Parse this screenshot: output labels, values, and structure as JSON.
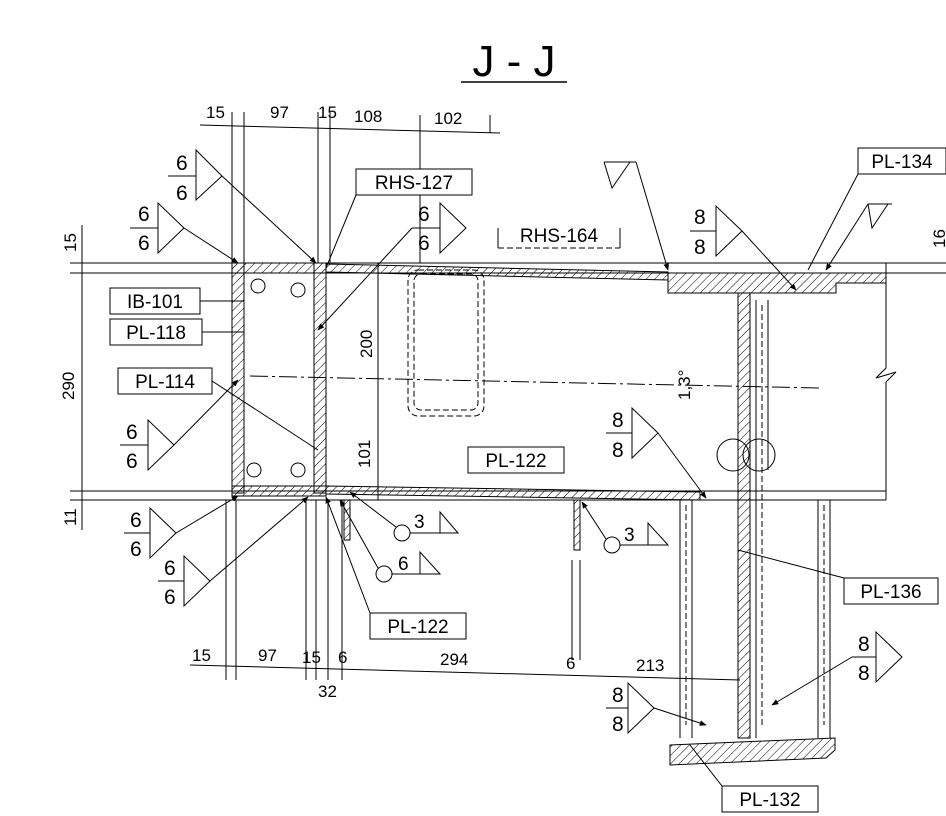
{
  "title": "J - J",
  "labels": {
    "rhs127": "RHS-127",
    "rhs164": "RHS-164",
    "pl134": "PL-134",
    "ib101": "IB-101",
    "pl118": "PL-118",
    "pl114": "PL-114",
    "pl122_mid": "PL-122",
    "pl122_bottom": "PL-122",
    "pl136": "PL-136",
    "pl132": "PL-132"
  },
  "dimensions": {
    "top": [
      "15",
      "97",
      "15",
      "108",
      "102"
    ],
    "bottom": [
      "15",
      "97",
      "15",
      "6",
      "294",
      "6",
      "213",
      "32"
    ],
    "left_15": "15",
    "left_290": "290",
    "left_11": "11",
    "v200": "200",
    "v101": "101",
    "angle": "1,3°",
    "right_16": "16"
  },
  "welds": {
    "w_top1_num": "6",
    "w_top1_den": "6",
    "w_top2_num": "6",
    "w_top2_den": "6",
    "w_rhs_num": "6",
    "w_rhs_den": "6",
    "w_pl134_num": "8",
    "w_pl134_den": "8",
    "w_left_num": "6",
    "w_left_den": "6",
    "w_mid_num": "8",
    "w_mid_den": "8",
    "w_bl1_num": "6",
    "w_bl1_den": "6",
    "w_bl2_num": "6",
    "w_bl2_den": "6",
    "w_r_num": "8",
    "w_r_den": "8",
    "w_b_num": "8",
    "w_b_den": "8",
    "fillet_a": "3",
    "fillet_b": "6",
    "fillet_c": "3"
  }
}
